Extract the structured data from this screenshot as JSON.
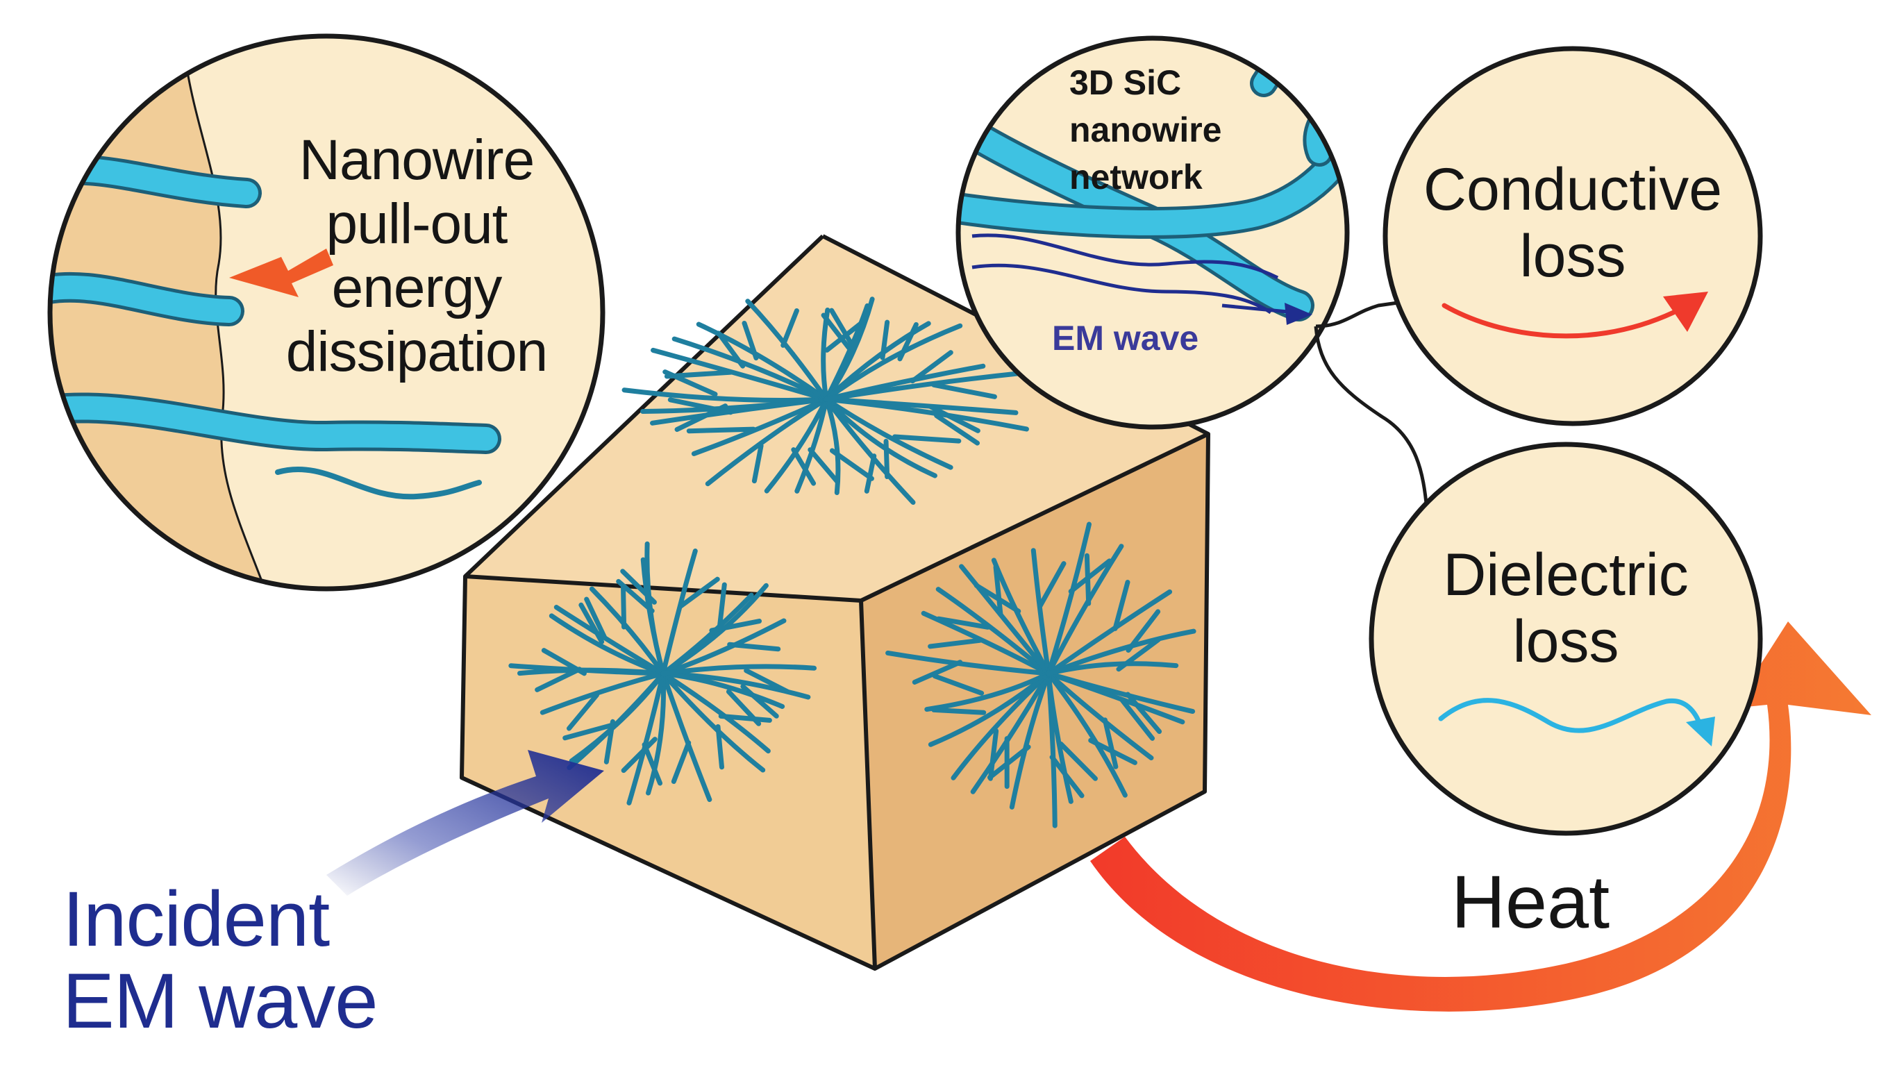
{
  "labels": {
    "nanowire_pullout": [
      "Nanowire",
      "pull-out",
      "energy",
      "dissipation"
    ],
    "sic_network": [
      "3D SiC",
      "nanowire",
      "network"
    ],
    "em_wave_small": "EM wave",
    "conductive_loss": [
      "Conductive",
      "loss"
    ],
    "dielectric_loss": [
      "Dielectric",
      "loss"
    ],
    "heat": "Heat",
    "incident": [
      "Incident",
      "EM wave"
    ]
  },
  "colors": {
    "cube_top": "#f6d9ac",
    "cube_left": "#f1cc95",
    "cube_right": "#e6b579",
    "circle_fill": "#fbeccc",
    "nanowire": "#1f7f9f",
    "wire_light": "#3ec2e2",
    "navy": "#1f2d8f",
    "red": "#f0422e",
    "orange": "#f26a2a",
    "cyan": "#2bb3e2",
    "text": "#151515"
  }
}
